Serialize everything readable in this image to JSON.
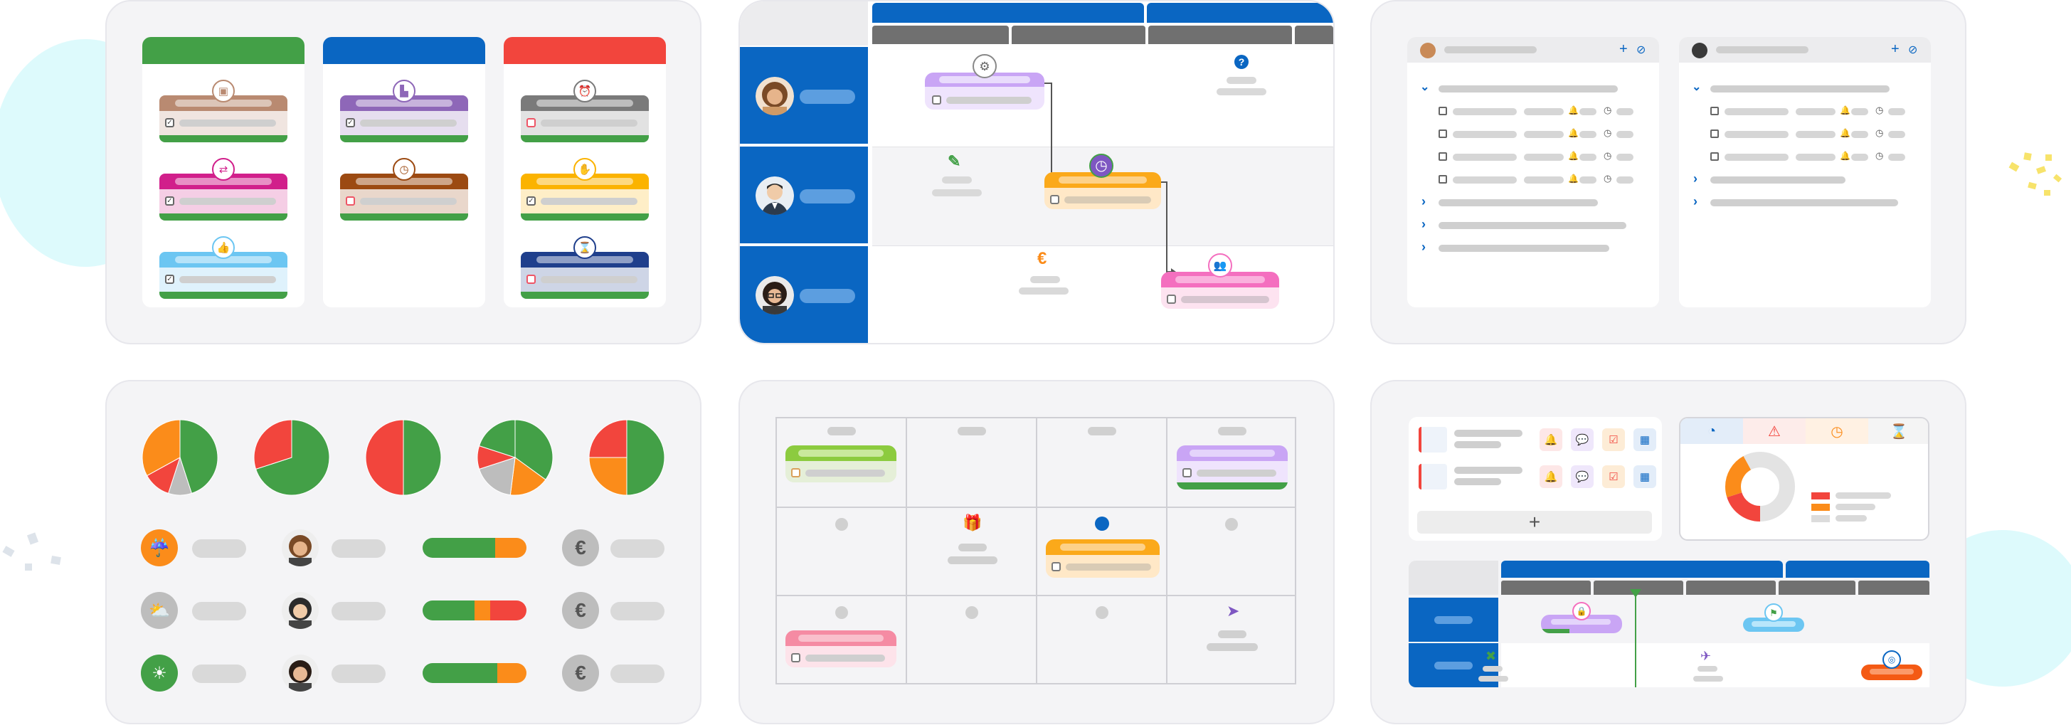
{
  "colors": {
    "green": "#43a047",
    "blue": "#0a66c2",
    "red": "#f2453d",
    "orange": "#fb8c1a",
    "purple": "#c9a5f5",
    "pink": "#f46fbf",
    "gray_bar": "#707070",
    "panel_bg": "#f4f4f6",
    "placeholder": "#d9d9d9"
  },
  "kanban": {
    "columns": [
      {
        "header_color": "#43a047",
        "cards": [
          {
            "icon": "image-icon",
            "color": "#b98a71",
            "checked": true
          },
          {
            "icon": "handshake-icon",
            "color": "#d11f8b",
            "checked": true
          },
          {
            "icon": "thumbs-up-icon",
            "color": "#6cc6f2",
            "checked": true
          }
        ]
      },
      {
        "header_color": "#0a66c2",
        "cards": [
          {
            "icon": "factory-icon",
            "color": "#8e67b8",
            "checked": true
          },
          {
            "icon": "clock-icon",
            "color": "#9c4a12",
            "checked": false
          }
        ]
      },
      {
        "header_color": "#f2453d",
        "cards": [
          {
            "icon": "alarm-clock-icon",
            "color": "#7a7a7a",
            "checked": false
          },
          {
            "icon": "raised-hand-icon",
            "color": "#fbb300",
            "checked": true
          },
          {
            "icon": "hourglass-icon",
            "color": "#1f3f8c",
            "checked": false
          }
        ]
      }
    ]
  },
  "planner": {
    "glyphs": {
      "gear": "⚙",
      "help": "?",
      "edit": "✎",
      "clock": "◷",
      "euro": "€",
      "team": "👥"
    }
  },
  "tree_view": {
    "add_symbol": "+",
    "hide_symbol": "⊘"
  },
  "pies": [
    {
      "slices": [
        {
          "v": 0.45,
          "c": "#43a047"
        },
        {
          "v": 0.1,
          "c": "#bdbdbd"
        },
        {
          "v": 0.12,
          "c": "#f2453d"
        },
        {
          "v": 0.33,
          "c": "#fb8c1a"
        }
      ]
    },
    {
      "slices": [
        {
          "v": 0.7,
          "c": "#43a047"
        },
        {
          "v": 0.3,
          "c": "#f2453d"
        }
      ]
    },
    {
      "slices": [
        {
          "v": 0.5,
          "c": "#43a047"
        },
        {
          "v": 0.5,
          "c": "#f2453d"
        }
      ]
    },
    {
      "slices": [
        {
          "v": 0.35,
          "c": "#43a047"
        },
        {
          "v": 0.17,
          "c": "#fb8c1a"
        },
        {
          "v": 0.18,
          "c": "#bdbdbd"
        },
        {
          "v": 0.1,
          "c": "#f2453d"
        },
        {
          "v": 0.2,
          "c": "#43a047"
        }
      ]
    },
    {
      "slices": [
        {
          "v": 0.5,
          "c": "#43a047"
        },
        {
          "v": 0.25,
          "c": "#fb8c1a"
        },
        {
          "v": 0.25,
          "c": "#f2453d"
        }
      ]
    }
  ],
  "status_rows": [
    {
      "weather_icon": "rain-cloud-icon",
      "weather_color": "#fb8c1a",
      "bar": [
        0.7,
        0.0,
        0.3
      ],
      "euro": "€"
    },
    {
      "weather_icon": "partly-cloudy-icon",
      "weather_color": "#bdbdbd",
      "bar": [
        0.5,
        0.15,
        0.35
      ],
      "euro": "€"
    },
    {
      "weather_icon": "sun-icon",
      "weather_color": "#43a047",
      "bar": [
        0.72,
        0.0,
        0.28
      ],
      "euro": "€"
    }
  ],
  "calendar": {
    "glyphs": {
      "gift": "🎁",
      "arrow": "➤"
    }
  },
  "dashboard": {
    "add_symbol": "+",
    "donut": {
      "values": [
        0.2,
        0.22,
        0.58
      ],
      "colors": [
        "#f2453d",
        "#fb8c1a",
        "#e3e3e3"
      ]
    },
    "tab_glyphs": {
      "pie": "◔",
      "warning": "⚠",
      "clock": "◷",
      "hourglass": "⌛"
    }
  }
}
